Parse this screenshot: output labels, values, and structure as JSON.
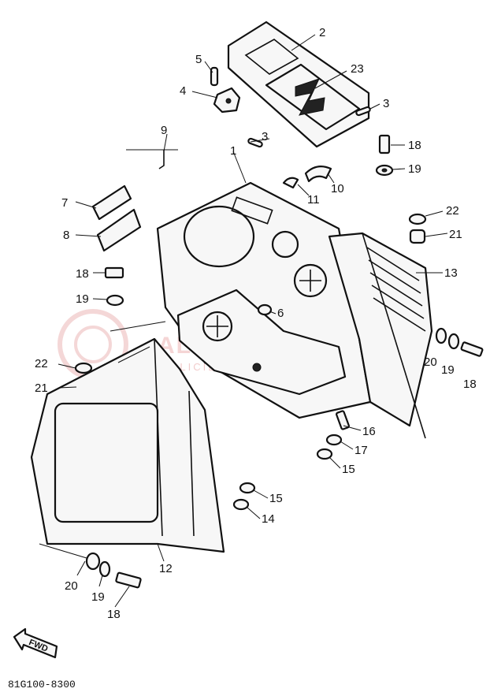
{
  "watermark": {
    "title": "ALL4SKI PARTS",
    "subtitle": "WOLICIE · SPRZEDAZ · YAMAHA"
  },
  "diagram": {
    "code": "81G100-8300",
    "fwd_label": "FWD",
    "callouts": [
      {
        "id": "c-2",
        "label": "2"
      },
      {
        "id": "c-23",
        "label": "23"
      },
      {
        "id": "c-3a",
        "label": "3"
      },
      {
        "id": "c-3b",
        "label": "3"
      },
      {
        "id": "c-5",
        "label": "5"
      },
      {
        "id": "c-4",
        "label": "4"
      },
      {
        "id": "c-9",
        "label": "9"
      },
      {
        "id": "c-1",
        "label": "1"
      },
      {
        "id": "c-18a",
        "label": "18"
      },
      {
        "id": "c-19a",
        "label": "19"
      },
      {
        "id": "c-10",
        "label": "10"
      },
      {
        "id": "c-11",
        "label": "11"
      },
      {
        "id": "c-7",
        "label": "7"
      },
      {
        "id": "c-8",
        "label": "8"
      },
      {
        "id": "c-22a",
        "label": "22"
      },
      {
        "id": "c-21a",
        "label": "21"
      },
      {
        "id": "c-13",
        "label": "13"
      },
      {
        "id": "c-18b",
        "label": "18"
      },
      {
        "id": "c-19b",
        "label": "19"
      },
      {
        "id": "c-6",
        "label": "6"
      },
      {
        "id": "c-22b",
        "label": "22"
      },
      {
        "id": "c-21b",
        "label": "21"
      },
      {
        "id": "c-20a",
        "label": "20"
      },
      {
        "id": "c-19c",
        "label": "19"
      },
      {
        "id": "c-18c",
        "label": "18"
      },
      {
        "id": "c-16",
        "label": "16"
      },
      {
        "id": "c-17",
        "label": "17"
      },
      {
        "id": "c-15a",
        "label": "15"
      },
      {
        "id": "c-15b",
        "label": "15"
      },
      {
        "id": "c-14",
        "label": "14"
      },
      {
        "id": "c-12",
        "label": "12"
      },
      {
        "id": "c-20b",
        "label": "20"
      },
      {
        "id": "c-19d",
        "label": "19"
      },
      {
        "id": "c-18d",
        "label": "18"
      }
    ]
  }
}
